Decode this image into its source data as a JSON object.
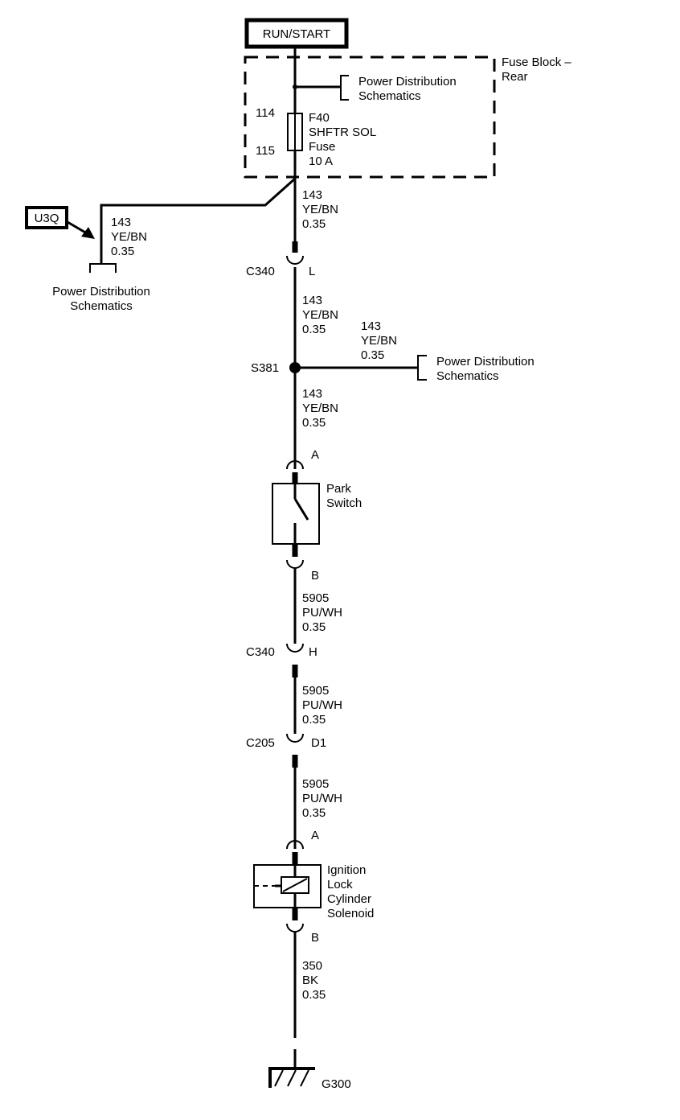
{
  "power_source": "RUN/START",
  "fuse_block": {
    "line1": "Fuse Block –",
    "line2": "Rear"
  },
  "pd_ref_top": {
    "line1": "Power Distribution",
    "line2": "Schematics"
  },
  "fuse": {
    "pin_in": "114",
    "pin_out": "115",
    "line1": "F40",
    "line2": "SHFTR SOL",
    "line3": "Fuse",
    "line4": "10 A"
  },
  "option_tag": "U3Q",
  "wire_option": {
    "circuit": "143",
    "color": "YE/BN",
    "size": "0.35"
  },
  "pd_ref_left": {
    "line1": "Power Distribution",
    "line2": "Schematics"
  },
  "wire_1": {
    "circuit": "143",
    "color": "YE/BN",
    "size": "0.35"
  },
  "c340_a": {
    "name": "C340",
    "pin": "L"
  },
  "wire_2": {
    "circuit": "143",
    "color": "YE/BN",
    "size": "0.35"
  },
  "wire_branch": {
    "circuit": "143",
    "color": "YE/BN",
    "size": "0.35"
  },
  "splice": "S381",
  "pd_ref_right": {
    "line1": "Power Distribution",
    "line2": "Schematics"
  },
  "wire_3": {
    "circuit": "143",
    "color": "YE/BN",
    "size": "0.35"
  },
  "park_switch": {
    "pin_a": "A",
    "pin_b": "B",
    "line1": "Park",
    "line2": "Switch"
  },
  "wire_4": {
    "circuit": "5905",
    "color": "PU/WH",
    "size": "0.35"
  },
  "c340_b": {
    "name": "C340",
    "pin": "H"
  },
  "wire_5": {
    "circuit": "5905",
    "color": "PU/WH",
    "size": "0.35"
  },
  "c205": {
    "name": "C205",
    "pin": "D1"
  },
  "wire_6": {
    "circuit": "5905",
    "color": "PU/WH",
    "size": "0.35"
  },
  "solenoid": {
    "pin_a": "A",
    "pin_b": "B",
    "line1": "Ignition",
    "line2": "Lock",
    "line3": "Cylinder",
    "line4": "Solenoid"
  },
  "wire_7": {
    "circuit": "350",
    "color": "BK",
    "size": "0.35"
  },
  "ground": "G300"
}
